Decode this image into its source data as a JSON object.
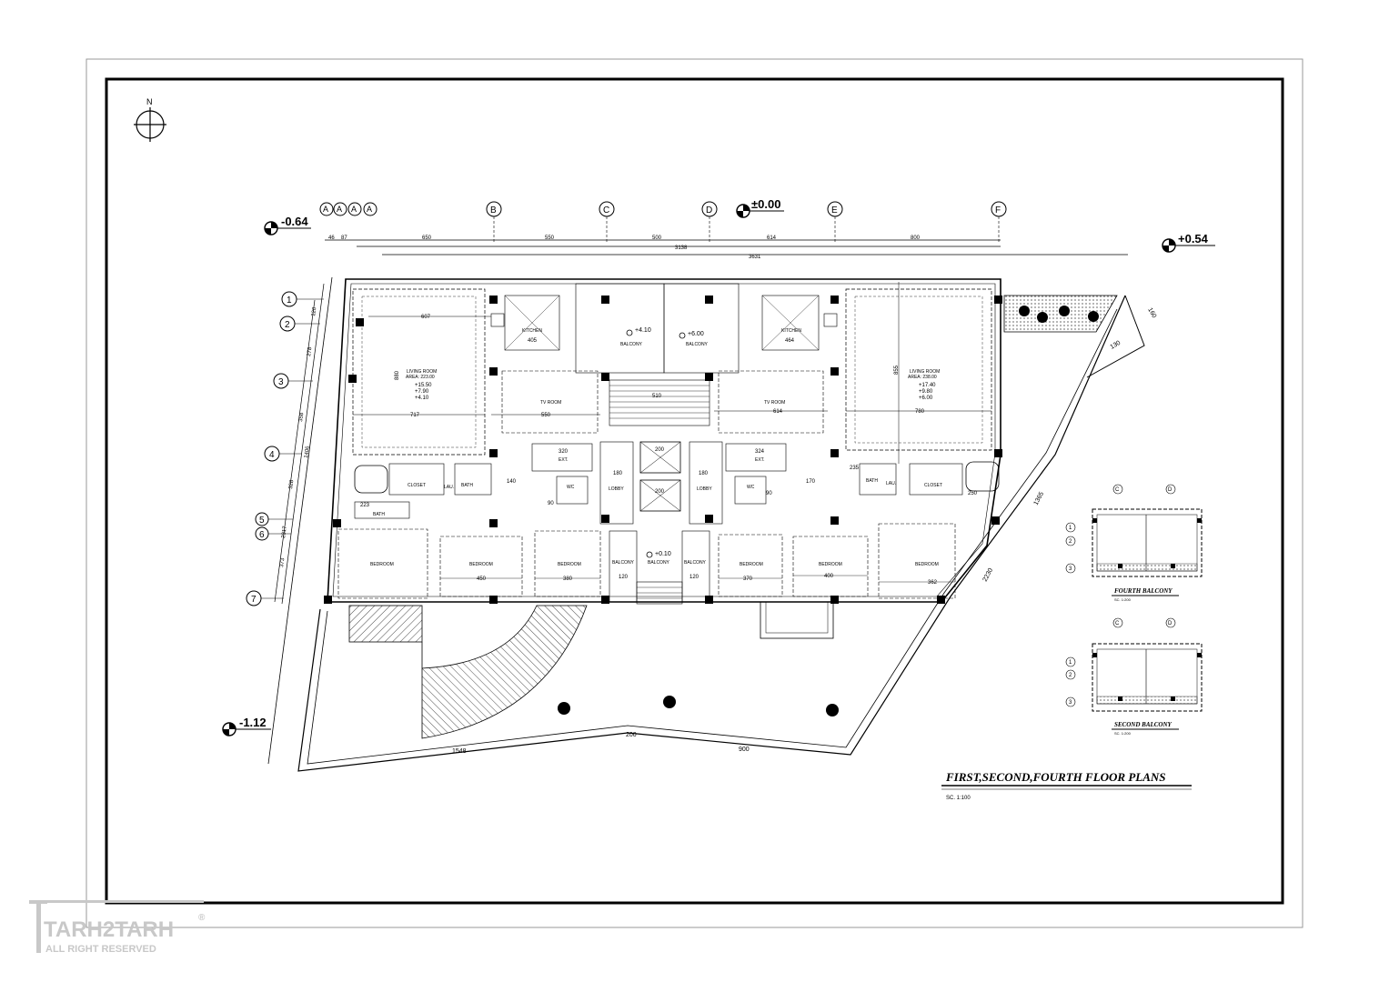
{
  "compass": {
    "label": "N"
  },
  "grid_columns": [
    "A",
    "A",
    "A",
    "A",
    "B",
    "C",
    "D",
    "E",
    "F"
  ],
  "grid_rows": [
    "1",
    "2",
    "3",
    "4",
    "5",
    "6",
    "7"
  ],
  "levels": {
    "top_left": "-0.64",
    "top_center": "±0.00",
    "top_right": "+0.54",
    "bottom_left": "-1.12"
  },
  "top_dims": [
    "46",
    "87",
    "650",
    "550",
    "500",
    "614",
    "800"
  ],
  "overall_dims": [
    "3138",
    "3631"
  ],
  "side_dims": [
    "120",
    "278",
    "358",
    "328",
    "373",
    "2317",
    "1406"
  ],
  "rooms": {
    "living_left": {
      "name": "LIVING ROOM",
      "area": "AREA: 223.00",
      "levels": [
        "+15.50",
        "+7.90",
        "+4.10"
      ],
      "w": "607",
      "h": "880",
      "d": "717"
    },
    "living_right": {
      "name": "LIVING ROOM",
      "area": "AREA: 238.00",
      "levels": [
        "+17.40",
        "+9.80",
        "+6.00"
      ],
      "h": "855",
      "d": "780"
    },
    "kitchen_left": {
      "name": "KITCHEN",
      "d": "405"
    },
    "kitchen_right": {
      "name": "KITCHEN",
      "d": "464"
    },
    "balcony_top_left": {
      "name": "BALCONY",
      "level": "+4.10"
    },
    "balcony_top_right": {
      "name": "BALCONY",
      "level": "+6.00"
    },
    "tv_left": {
      "name": "TV ROOM",
      "d": "550"
    },
    "tv_right": {
      "name": "TV ROOM",
      "d": "614"
    },
    "stair": {
      "d": "510"
    },
    "lobby_left": {
      "name": "LOBBY"
    },
    "lobby_right": {
      "name": "LOBBY"
    },
    "ext_left": "EXT.",
    "ext_right": "EXT.",
    "wc_left": "WC",
    "wc_right": "WC",
    "closet_left": "CLOSET",
    "closet_right": "CLOSET",
    "bath_left": "BATH",
    "bath_right": "BATH",
    "bath2_left": "BATH",
    "lau_left": "LAU.",
    "lau_right": "LAU.",
    "bedrooms": [
      "BEDROOM",
      "BEDROOM",
      "BEDROOM",
      "BEDROOM",
      "BEDROOM",
      "BEDROOM"
    ],
    "bedroom_dims": [
      "450",
      "380",
      "370",
      "400",
      "362"
    ],
    "balcony_mid": [
      "BALCONY",
      "BALCONY",
      "BALCONY"
    ],
    "balcony_mid_dims": [
      "120",
      "120"
    ],
    "balcony_mid_level": "+0.10",
    "misc_dims": [
      "320",
      "324",
      "140",
      "170",
      "180",
      "180",
      "90",
      "90",
      "223",
      "235",
      "250",
      "200",
      "200"
    ]
  },
  "site_dims": [
    "1548",
    "200",
    "900",
    "2230",
    "1365",
    "130",
    "160"
  ],
  "title": {
    "main": "FIRST,SECOND,FOURTH  FLOOR  PLANS",
    "scale": "SC.  1:100"
  },
  "details": [
    {
      "title": "FOURTH  BALCONY",
      "scale": "SC. 1:200",
      "cols": [
        "C",
        "D"
      ],
      "rows": [
        "1",
        "2",
        "3"
      ]
    },
    {
      "title": "SECOND  BALCONY",
      "scale": "SC. 1:200",
      "cols": [
        "C",
        "D"
      ],
      "rows": [
        "1",
        "2",
        "3"
      ]
    }
  ],
  "watermark": {
    "brand": "TARH2TARH",
    "rights": "ALL RIGHT RESERVED",
    "mark": "®"
  }
}
